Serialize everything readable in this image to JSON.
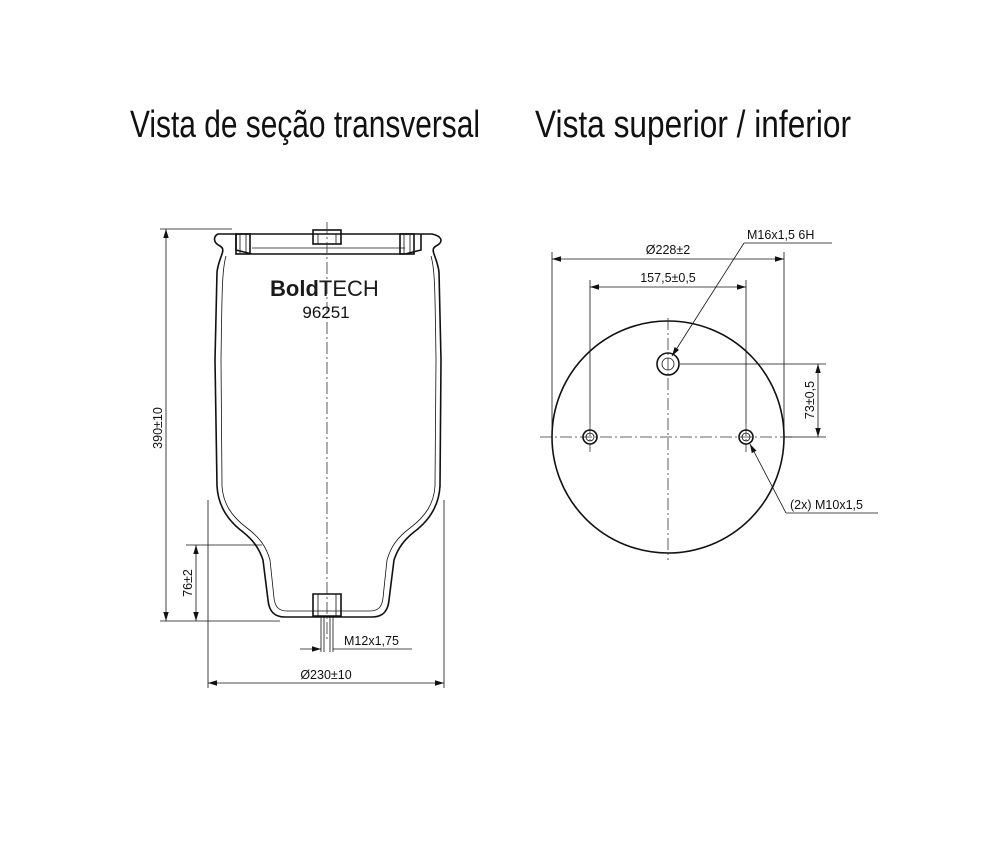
{
  "titles": {
    "left": "Vista de seção transversal",
    "right": "Vista superior / inferior"
  },
  "brand": {
    "bold": "Bold",
    "thin": "TECH",
    "part_number": "96251"
  },
  "cross_section": {
    "height_label": "390±10",
    "piston_height_label": "76±2",
    "thread_label": "M12x1,75",
    "diameter_label": "Ø230±10"
  },
  "top_view": {
    "diameter_label": "Ø228±2",
    "bolt_spacing_label": "157,5±0,5",
    "offset_label": "73±0,5",
    "center_thread_label": "M16x1,5  6H",
    "side_thread_label": "(2x) M10x1,5"
  }
}
